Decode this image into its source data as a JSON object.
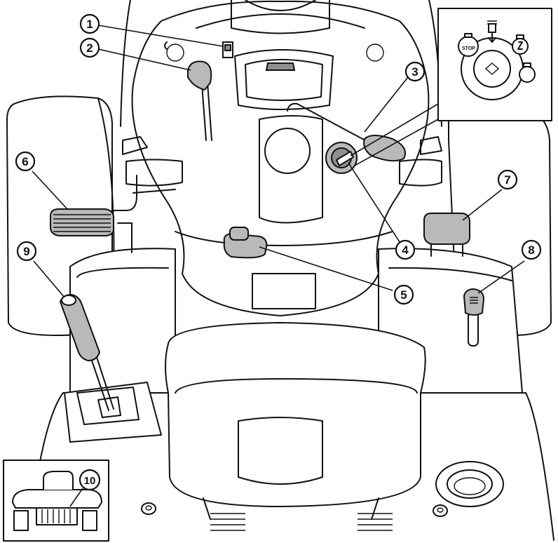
{
  "callouts": [
    {
      "id": "1",
      "label": "1"
    },
    {
      "id": "2",
      "label": "2"
    },
    {
      "id": "3",
      "label": "3"
    },
    {
      "id": "4",
      "label": "4"
    },
    {
      "id": "5",
      "label": "5"
    },
    {
      "id": "6",
      "label": "6"
    },
    {
      "id": "7",
      "label": "7"
    },
    {
      "id": "8",
      "label": "8"
    },
    {
      "id": "9",
      "label": "9"
    },
    {
      "id": "10",
      "label": "10"
    }
  ],
  "ignition_inset": {
    "stop_label": "STOP",
    "positions": [
      "stop-icon",
      "headlights-icon",
      "run-icon",
      "start-icon"
    ]
  },
  "colors": {
    "line": "#111111",
    "fill_gray": "#b9b9b9",
    "fill_dark": "#8f8f8f",
    "background": "#ffffff"
  }
}
